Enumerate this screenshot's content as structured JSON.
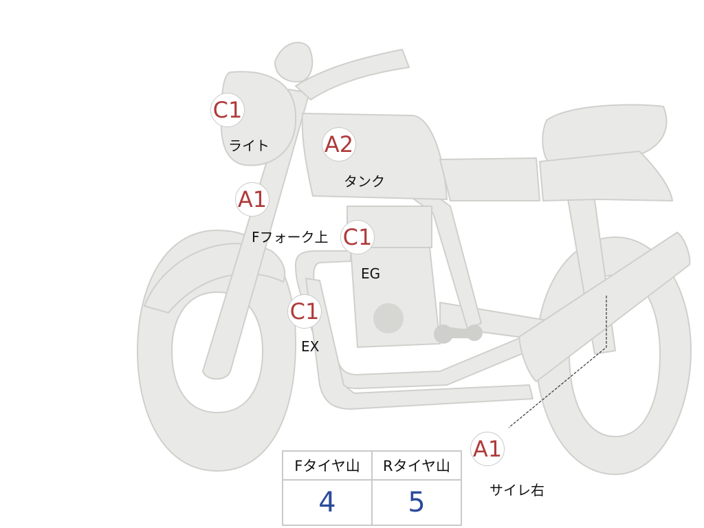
{
  "colors": {
    "bike_fill": "#e9e9e7",
    "bike_stroke": "#cfcfcc",
    "grade_text": "#b03a3a",
    "value_text": "#2a4a9a",
    "table_border": "#c9c9c9"
  },
  "parts": [
    {
      "grade": "C1",
      "label": "ライト"
    },
    {
      "grade": "A2",
      "label": "タンク"
    },
    {
      "grade": "A1",
      "label": "Fフォーク上"
    },
    {
      "grade": "C1",
      "label": "EG"
    },
    {
      "grade": "C1",
      "label": "EX"
    },
    {
      "grade": "A1",
      "label": "サイレ右"
    }
  ],
  "tire_table": {
    "front_header": "Fタイヤ山",
    "rear_header": "Rタイヤ山",
    "front_value": "4",
    "rear_value": "5"
  }
}
